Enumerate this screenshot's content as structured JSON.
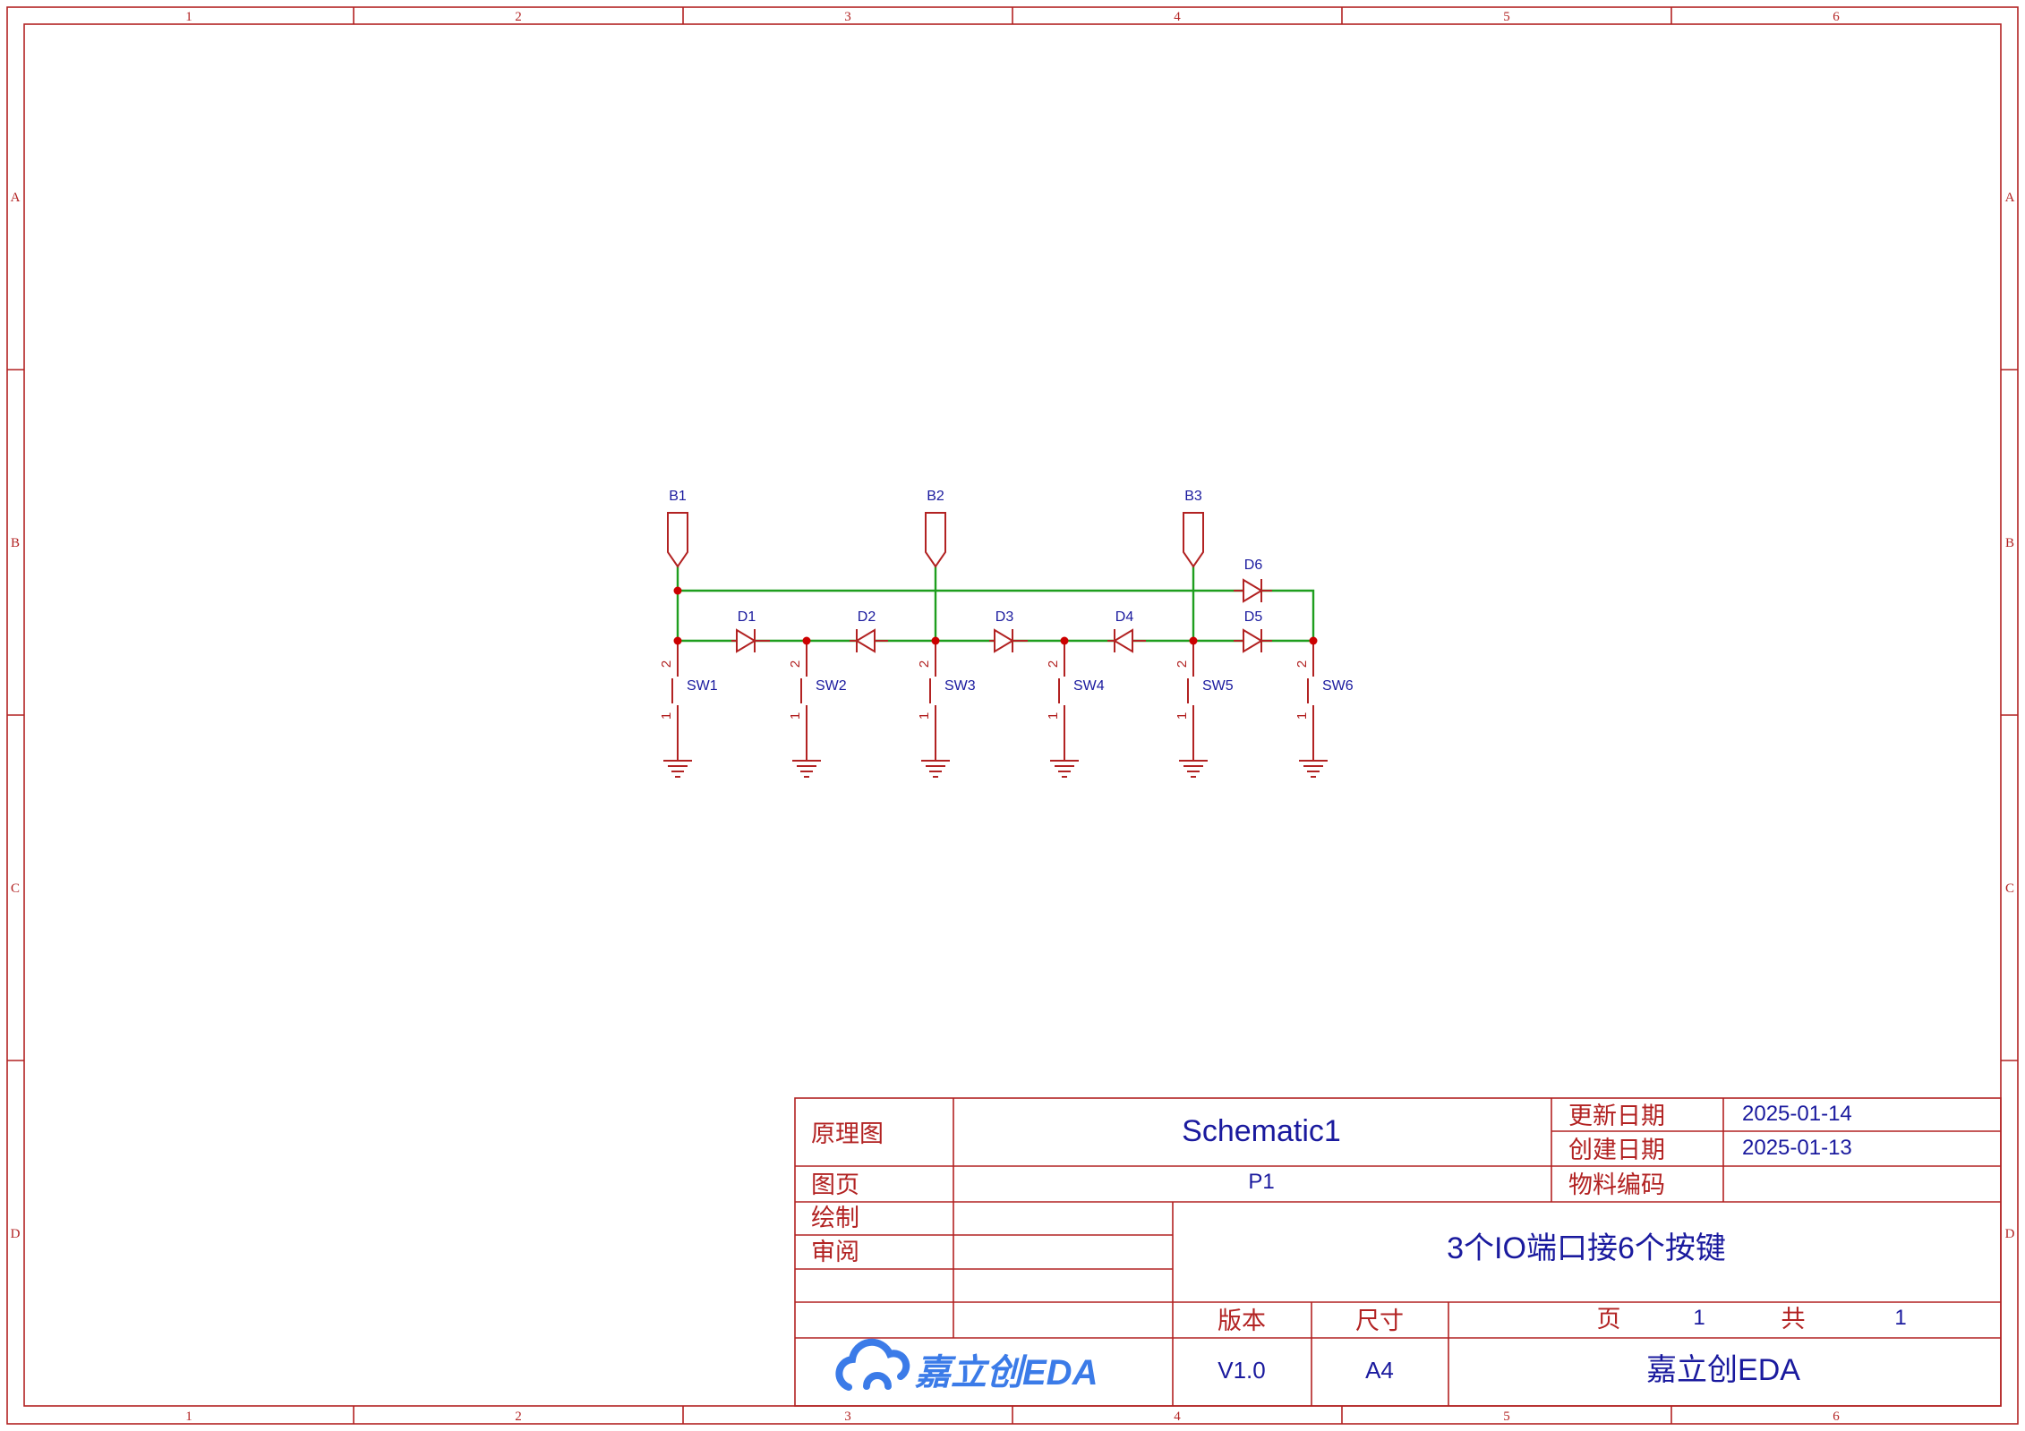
{
  "frame": {
    "columns": [
      "1",
      "2",
      "3",
      "4",
      "5",
      "6"
    ],
    "rows": [
      "A",
      "B",
      "C",
      "D"
    ]
  },
  "colors": {
    "frame": "#b22222",
    "wire": "#1e9e1e",
    "component": "#b22222",
    "junction": "#cc0000",
    "text": "#1a1a9e"
  },
  "ports": [
    "B1",
    "B2",
    "B3"
  ],
  "diodes": [
    "D1",
    "D2",
    "D3",
    "D4",
    "D5",
    "D6"
  ],
  "switches": [
    {
      "ref": "SW1",
      "pin_top": "2",
      "pin_bottom": "1"
    },
    {
      "ref": "SW2",
      "pin_top": "2",
      "pin_bottom": "1"
    },
    {
      "ref": "SW3",
      "pin_top": "2",
      "pin_bottom": "1"
    },
    {
      "ref": "SW4",
      "pin_top": "2",
      "pin_bottom": "1"
    },
    {
      "ref": "SW5",
      "pin_top": "2",
      "pin_bottom": "1"
    },
    {
      "ref": "SW6",
      "pin_top": "2",
      "pin_bottom": "1"
    }
  ],
  "ground_symbols": 6,
  "title_block": {
    "label_schematic": "原理图",
    "schematic_name": "Schematic1",
    "label_updated": "更新日期",
    "updated": "2025-01-14",
    "label_created": "创建日期",
    "created": "2025-01-13",
    "label_sheet": "图页",
    "sheet": "P1",
    "label_part_code": "物料编码",
    "part_code": "",
    "label_drawn": "绘制",
    "drawn": "",
    "label_reviewed": "审阅",
    "reviewed": "",
    "title": "3个IO端口接6个按键",
    "label_version": "版本",
    "version": "V1.0",
    "label_size": "尺寸",
    "size": "A4",
    "label_page": "页",
    "page": "1",
    "label_total": "共",
    "total": "1",
    "logo_text": "嘉立创EDA",
    "company": "嘉立创EDA"
  }
}
